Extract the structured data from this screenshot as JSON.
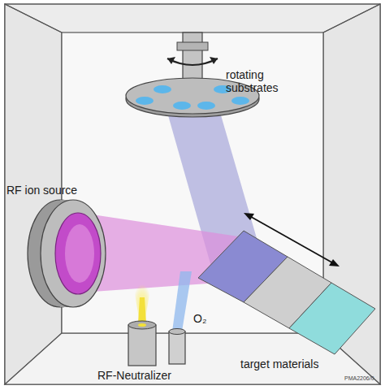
{
  "diagram": {
    "labels": [
      "rotating substrates",
      "RF ion source",
      "RF-Neutralizer",
      "O₂",
      "target materials",
      "PMA2206/0"
    ]
  }
}
